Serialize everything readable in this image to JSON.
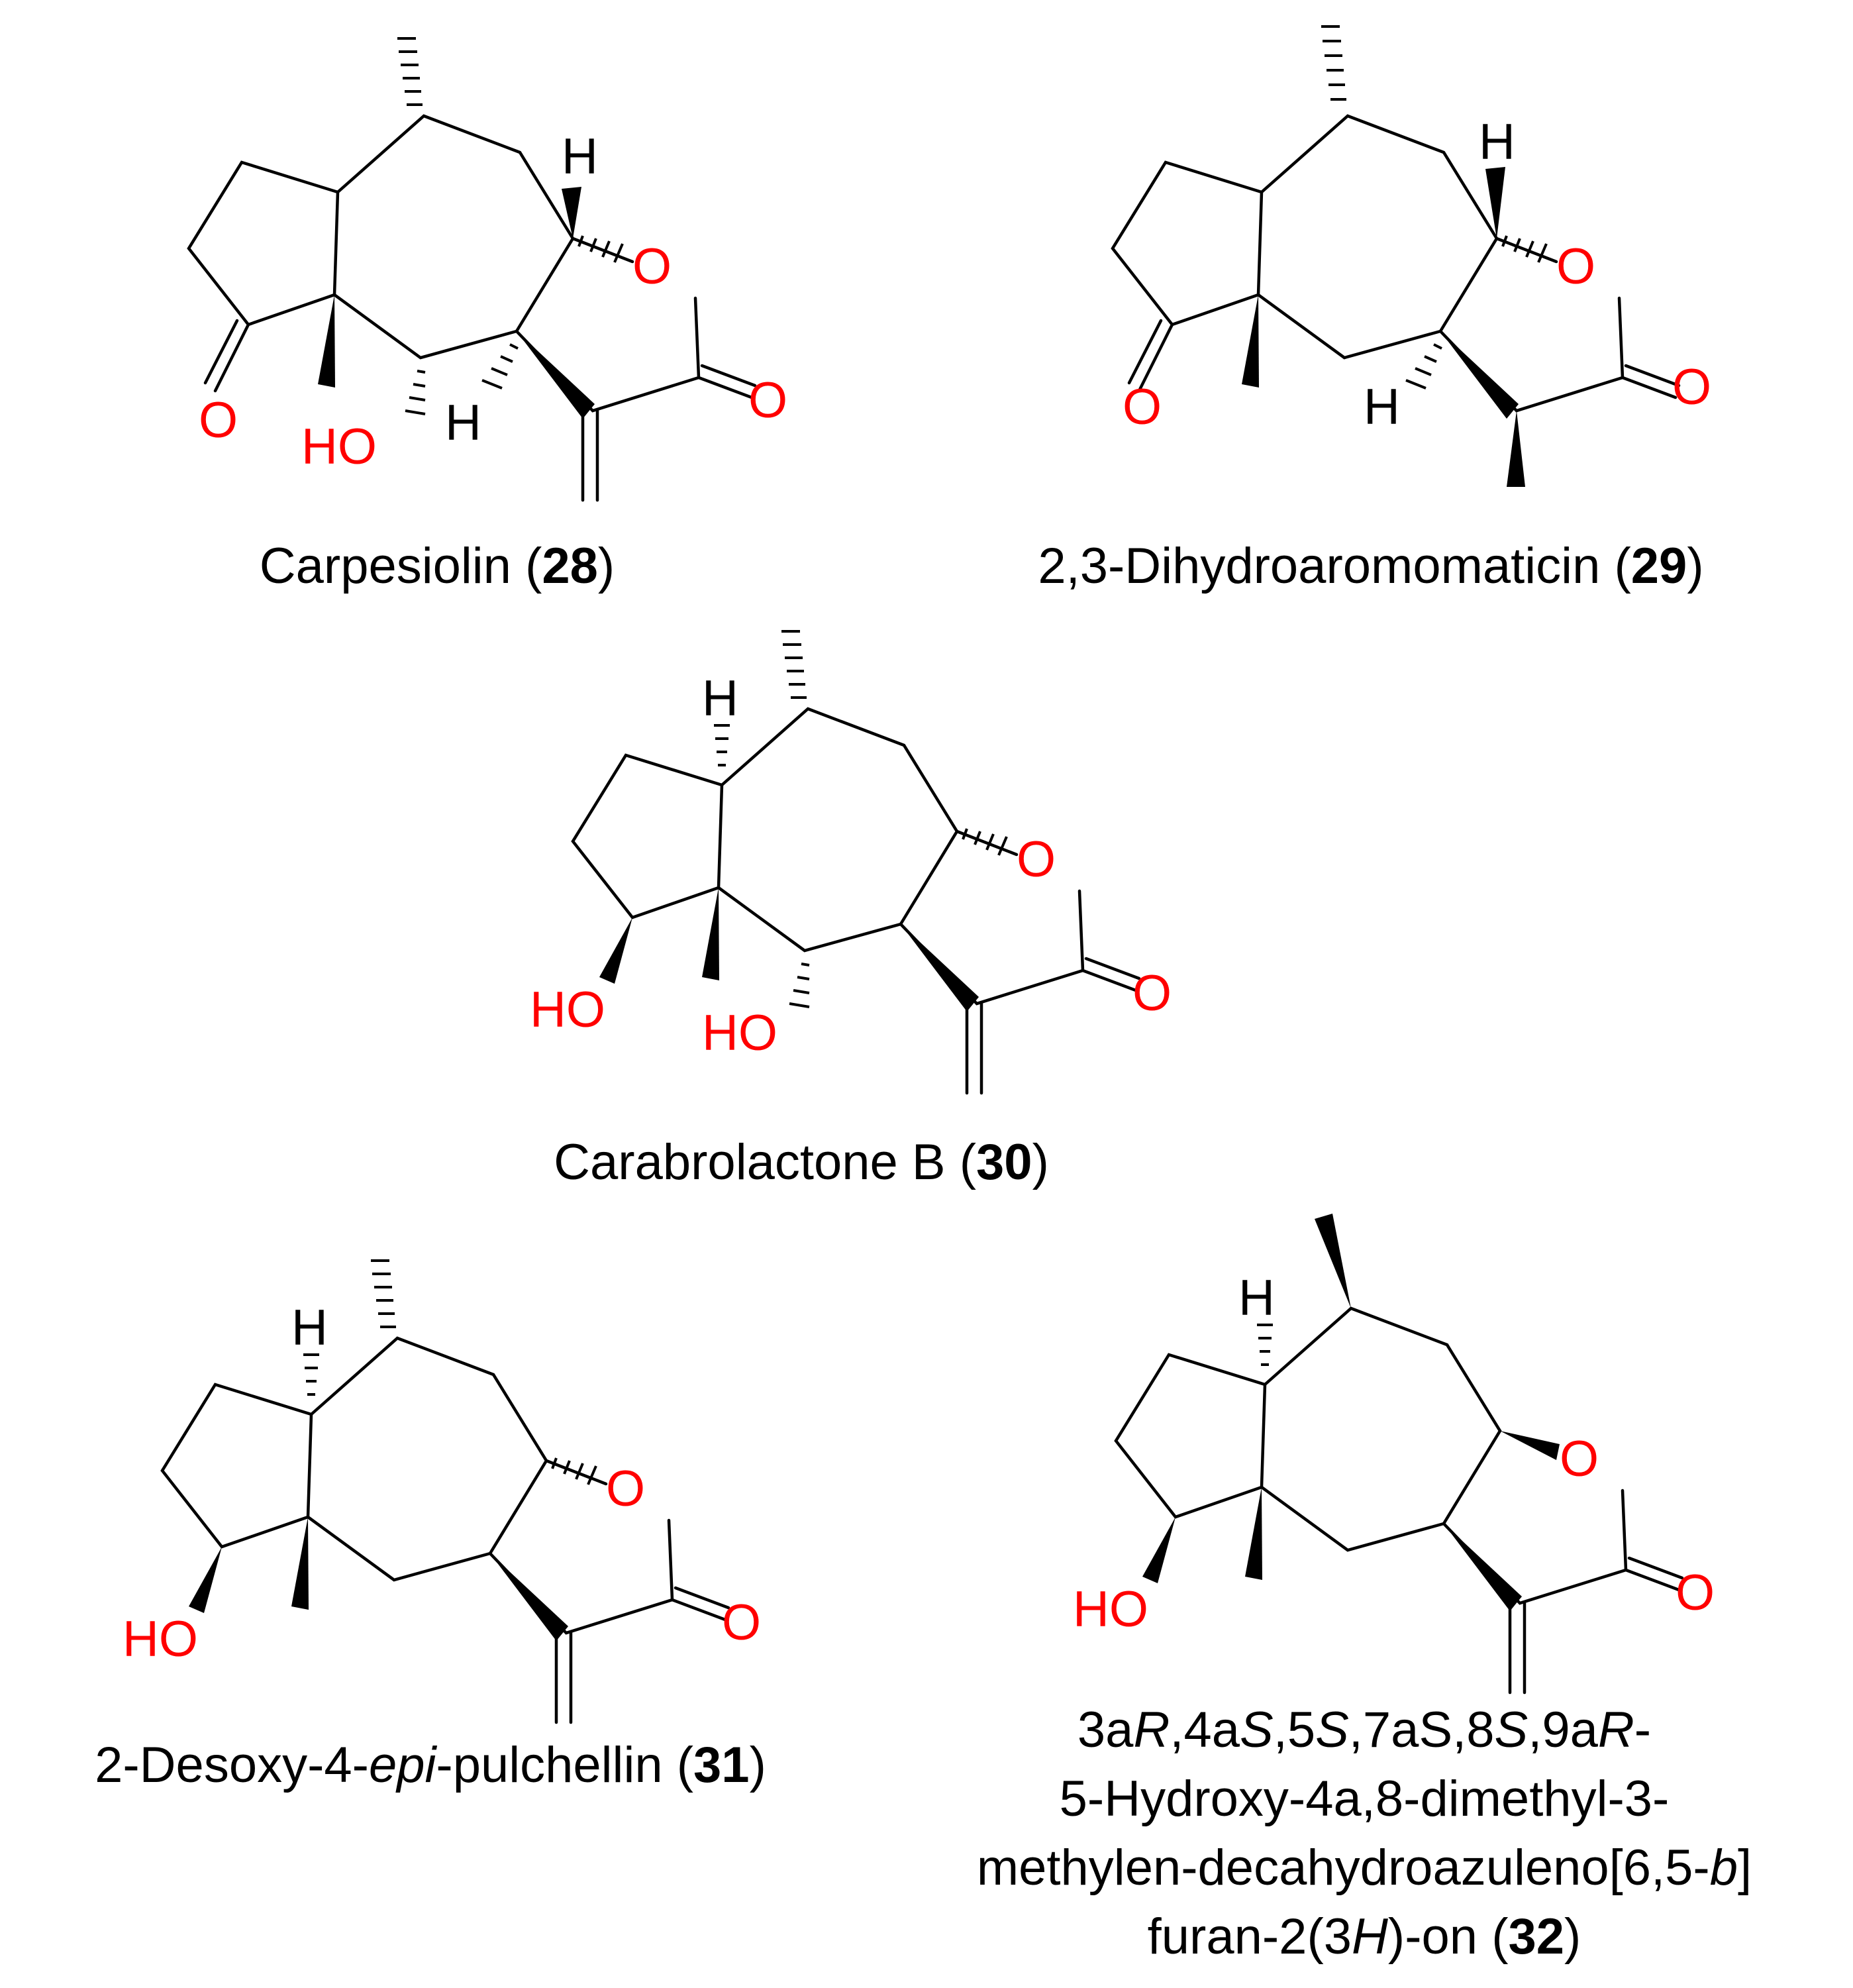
{
  "compounds": [
    {
      "id": "28",
      "name": "Carpesiolin",
      "labels": {
        "O_ketone": "O",
        "OH": "HO",
        "O_ring": "O",
        "O_carbonyl": "O",
        "H_top": "H",
        "H_bottom": "H"
      }
    },
    {
      "id": "29",
      "name": "2,3-Dihydroaromomaticin",
      "labels": {
        "O_ketone": "O",
        "O_ring": "O",
        "O_carbonyl": "O",
        "H_top": "H",
        "H_bottom": "H"
      }
    },
    {
      "id": "30",
      "name": "Carabrolactone B",
      "labels": {
        "OH_ring": "HO",
        "OH": "HO",
        "O_ring": "O",
        "O_carbonyl": "O",
        "H_top": "H"
      }
    },
    {
      "id": "31",
      "name_parts": [
        "2-Desoxy-4-",
        "epi",
        "-pulchellin"
      ],
      "labels": {
        "OH_ring": "HO",
        "O_ring": "O",
        "O_carbonyl": "O",
        "H_top": "H"
      }
    },
    {
      "id": "32",
      "name_lines": [
        [
          "3a",
          "R",
          ",4a",
          "S",
          ",5",
          "S",
          ",7aS,8",
          "S",
          ",9a",
          "R",
          "-"
        ],
        [
          "5-Hydroxy-4a,8-dimethyl-3-"
        ],
        [
          "methylen-decahydroazuleno[6,5-",
          "b",
          "]"
        ],
        [
          "furan-2(3",
          "H",
          ")-on ("
        ]
      ],
      "labels": {
        "OH_ring": "HO",
        "O_ring": "O",
        "O_carbonyl": "O",
        "H_top": "H"
      }
    }
  ],
  "colors": {
    "heteroatom": "#ff0000",
    "bond": "#000000"
  }
}
